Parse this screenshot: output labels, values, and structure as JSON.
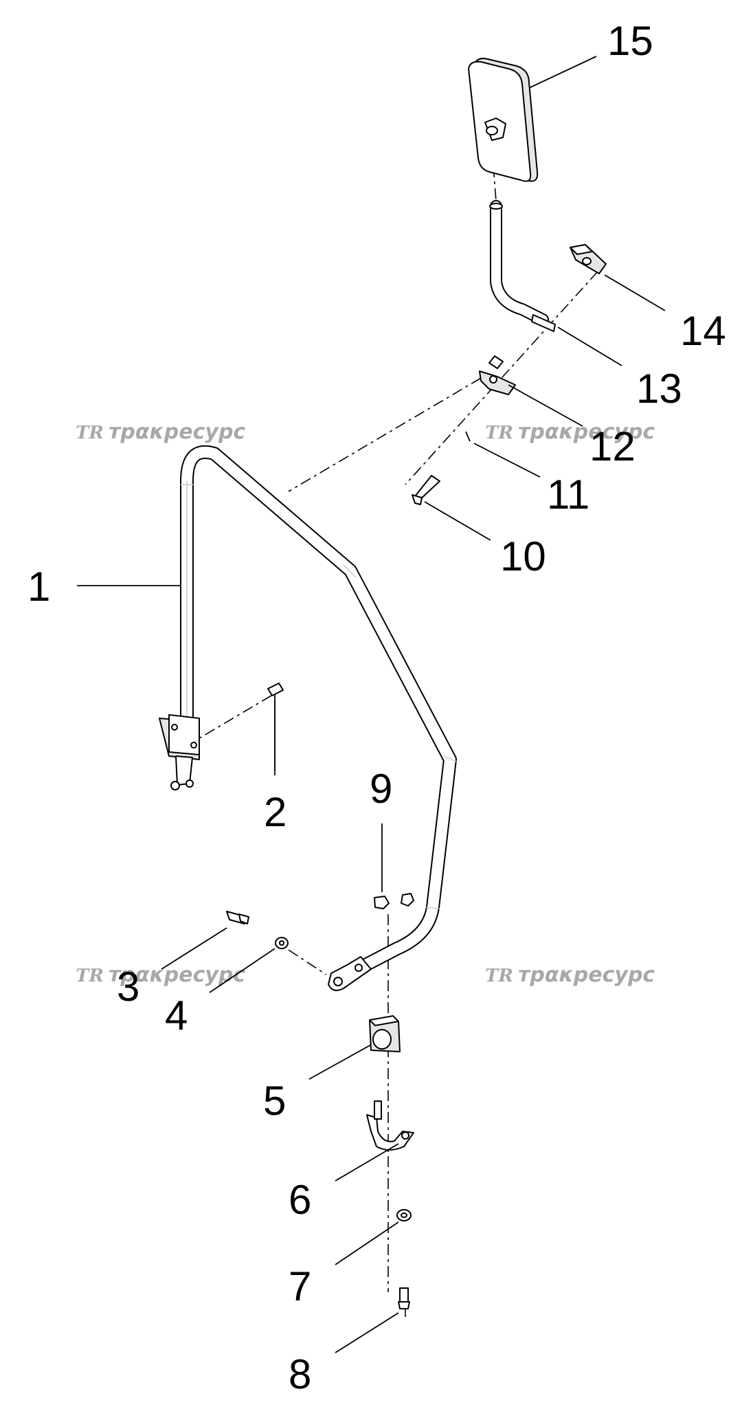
{
  "diagram": {
    "watermark_text": "трακресурс",
    "watermark_logo": "TR",
    "labels": [
      "1",
      "2",
      "3",
      "4",
      "5",
      "6",
      "7",
      "8",
      "9",
      "10",
      "11",
      "12",
      "13",
      "14",
      "15"
    ]
  }
}
